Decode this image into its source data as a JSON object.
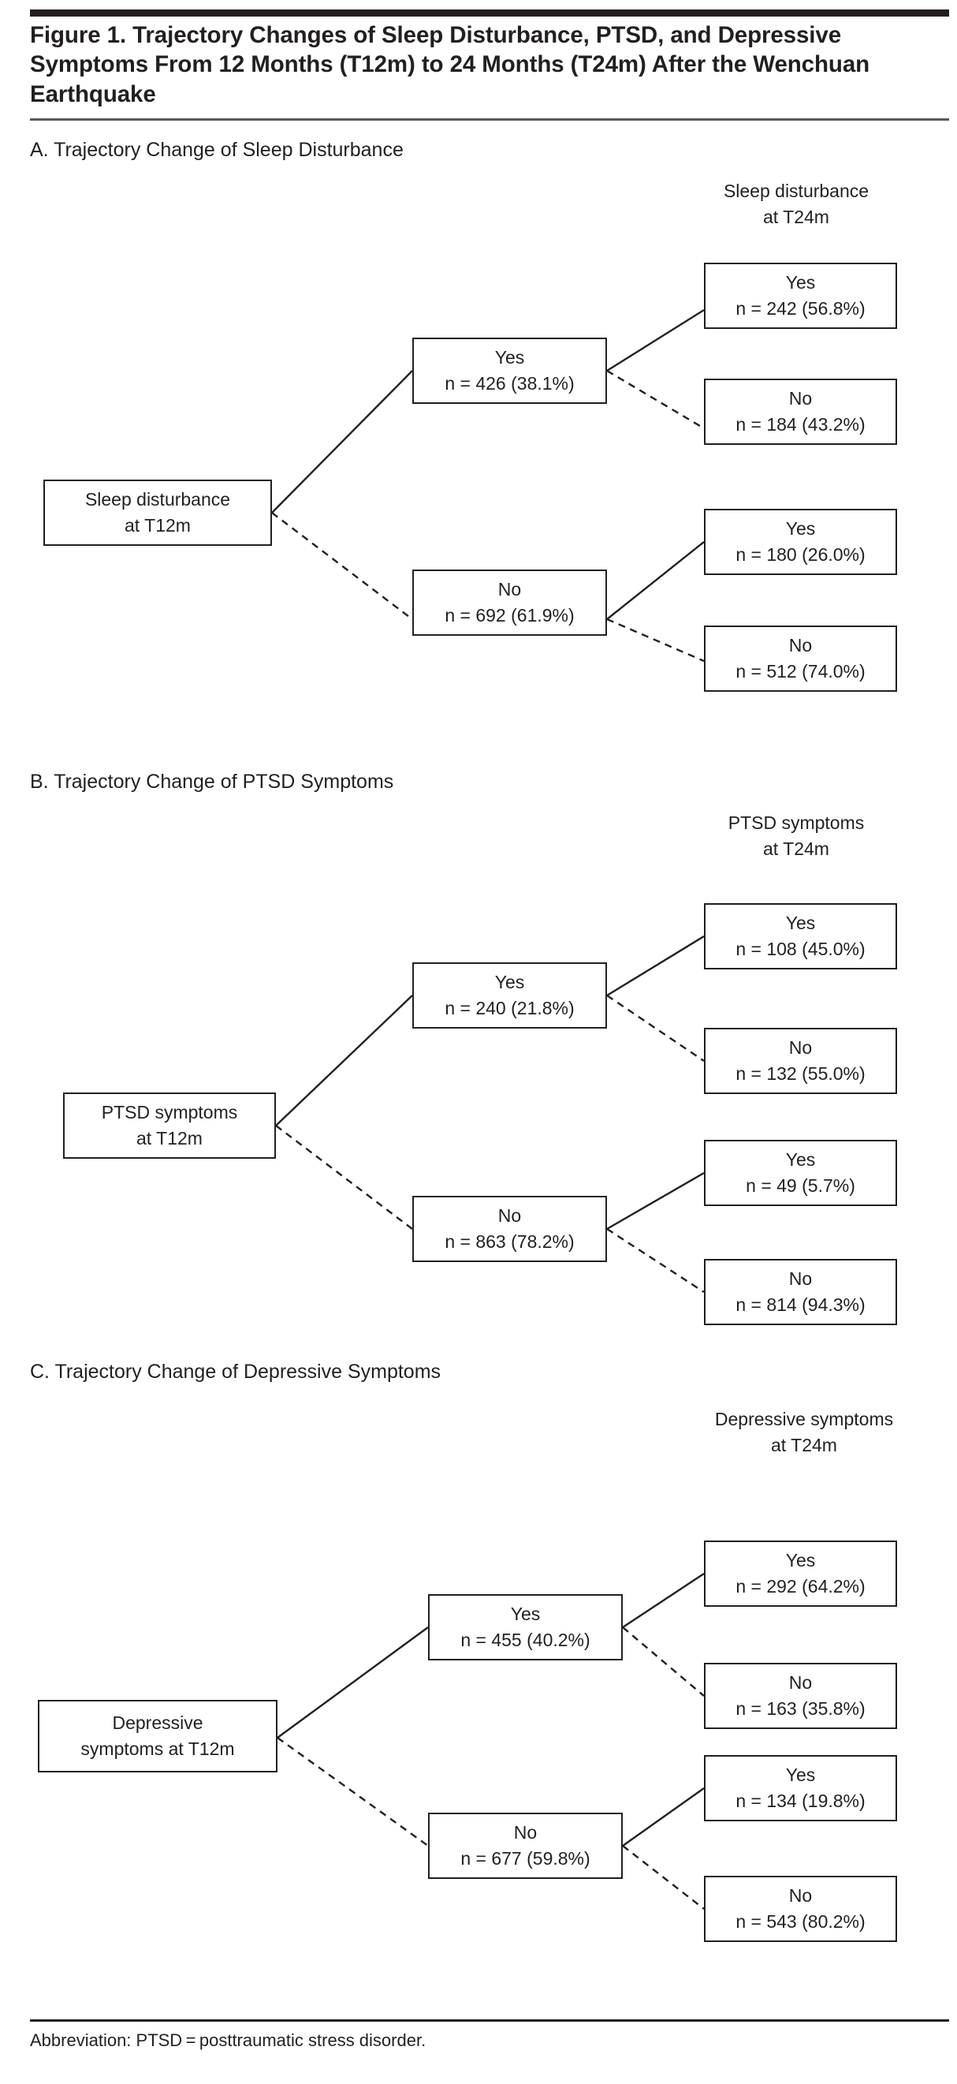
{
  "figure": {
    "title": "Figure 1. Trajectory Changes of Sleep Disturbance, PTSD, and Depressive Symptoms From 12 Months (T12m) to 24 Months (T24m) After the Wenchuan Earthquake",
    "footnote": "Abbreviation: PTSD = posttraumatic stress disorder."
  },
  "panels": [
    {
      "heading": "A. Trajectory Change of Sleep Disturbance",
      "column_header": {
        "line1": "Sleep disturbance",
        "line2": "at T24m"
      },
      "root": {
        "line1": "Sleep disturbance",
        "line2": "at T12m"
      },
      "branches": [
        {
          "label": "Yes",
          "value": "n = 426 (38.1%)",
          "children": [
            {
              "label": "Yes",
              "value": "n = 242 (56.8%)",
              "link": "solid"
            },
            {
              "label": "No",
              "value": "n = 184 (43.2%)",
              "link": "dashed"
            }
          ]
        },
        {
          "label": "No",
          "value": "n = 692 (61.9%)",
          "children": [
            {
              "label": "Yes",
              "value": "n = 180 (26.0%)",
              "link": "solid"
            },
            {
              "label": "No",
              "value": "n = 512 (74.0%)",
              "link": "dashed"
            }
          ]
        }
      ]
    },
    {
      "heading": "B. Trajectory Change of PTSD Symptoms",
      "column_header": {
        "line1": "PTSD symptoms",
        "line2": "at T24m"
      },
      "root": {
        "line1": "PTSD symptoms",
        "line2": "at T12m"
      },
      "branches": [
        {
          "label": "Yes",
          "value": "n = 240 (21.8%)",
          "children": [
            {
              "label": "Yes",
              "value": "n = 108 (45.0%)",
              "link": "solid"
            },
            {
              "label": "No",
              "value": "n = 132 (55.0%)",
              "link": "dashed"
            }
          ]
        },
        {
          "label": "No",
          "value": "n = 863 (78.2%)",
          "children": [
            {
              "label": "Yes",
              "value": "n = 49 (5.7%)",
              "link": "solid"
            },
            {
              "label": "No",
              "value": "n = 814 (94.3%)",
              "link": "dashed"
            }
          ]
        }
      ]
    },
    {
      "heading": "C. Trajectory Change of Depressive Symptoms",
      "column_header": {
        "line1": "Depressive symptoms",
        "line2": "at T24m"
      },
      "root": {
        "line1": "Depressive",
        "line2": "symptoms at T12m"
      },
      "branches": [
        {
          "label": "Yes",
          "value": "n = 455 (40.2%)",
          "children": [
            {
              "label": "Yes",
              "value": "n = 292 (64.2%)",
              "link": "solid"
            },
            {
              "label": "No",
              "value": "n = 163 (35.8%)",
              "link": "dashed"
            }
          ]
        },
        {
          "label": "No",
          "value": "n = 677 (59.8%)",
          "children": [
            {
              "label": "Yes",
              "value": "n = 134 (19.8%)",
              "link": "solid"
            },
            {
              "label": "No",
              "value": "n = 543 (80.2%)",
              "link": "dashed"
            }
          ]
        }
      ]
    }
  ],
  "colors": {
    "ink": "#231f20",
    "rule": "#58595b",
    "background": "#ffffff"
  }
}
